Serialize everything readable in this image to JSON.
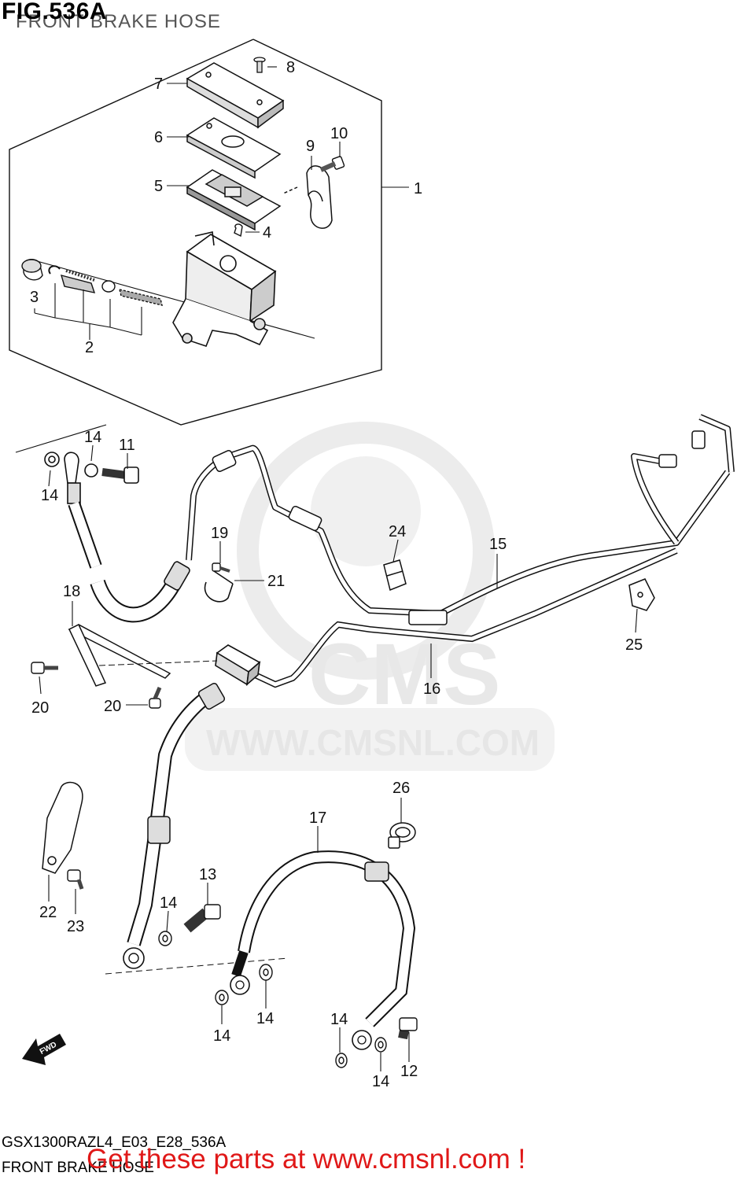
{
  "header": {
    "fig_number": "FIG.536A",
    "subtitle": "FRONT BRAKE HOSE"
  },
  "watermark": {
    "brand": "CMS",
    "url": "WWW.CMSNL.COM"
  },
  "callouts": [
    "1",
    "2",
    "3",
    "4",
    "5",
    "6",
    "7",
    "8",
    "9",
    "10",
    "11",
    "12",
    "13",
    "14",
    "15",
    "16",
    "17",
    "18",
    "19",
    "20",
    "21",
    "22",
    "23",
    "24",
    "25",
    "26"
  ],
  "fwd_label": "FWD",
  "footer": {
    "model_code": "GSX1300RAZL4_E03_E28_536A",
    "figure_name": "FRONT BRAKE HOSE",
    "promo": "Get these parts at www.cmsnl.com !",
    "promo_color": "#e01818"
  }
}
